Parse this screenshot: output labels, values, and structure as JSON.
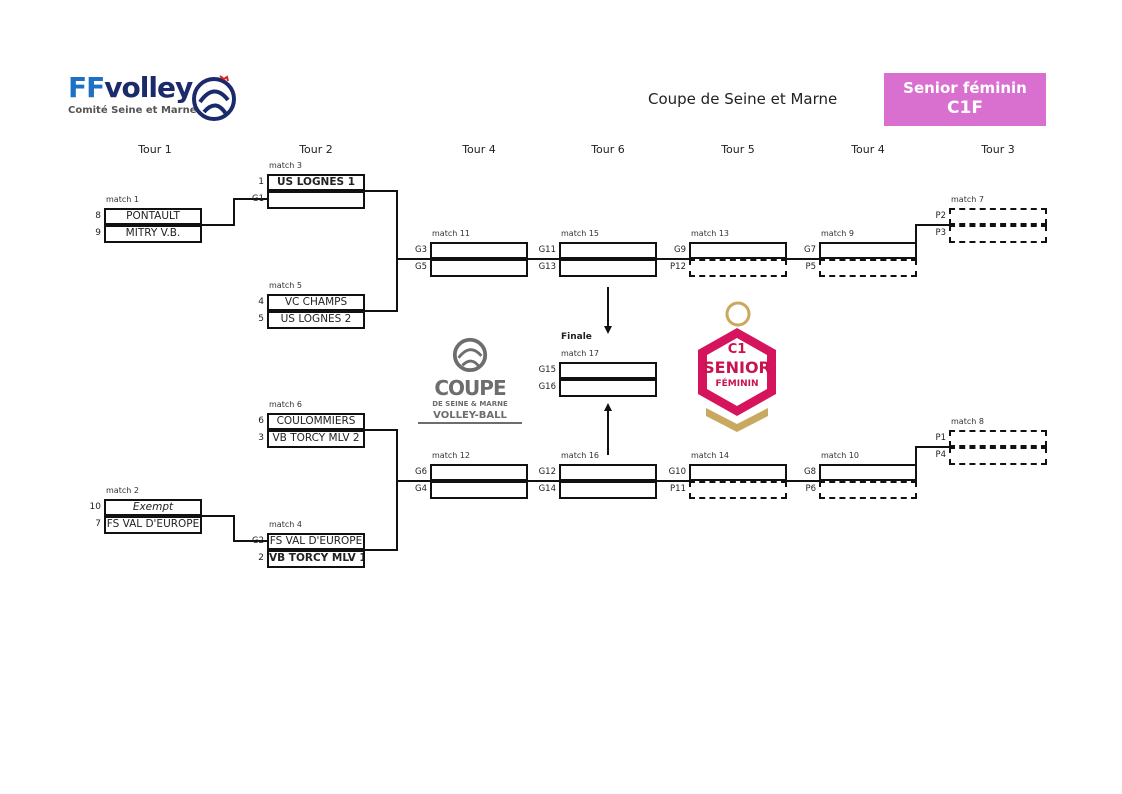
{
  "logo": {
    "brand": "FFvolley",
    "subtitle": "Comité Seine et Marne"
  },
  "header": {
    "title": "Coupe de Seine et Marne",
    "category": "Senior féminin",
    "code": "C1F",
    "accent": "#d96fcf"
  },
  "tours": [
    "Tour 1",
    "Tour 2",
    "Tour 4",
    "Tour 6",
    "Tour 5",
    "Tour 4",
    "Tour 3"
  ],
  "finale_label": "Finale",
  "coupe_logo": {
    "line1": "COUPE",
    "line2": "DE SEINE & MARNE",
    "line3": "VOLLEY-BALL"
  },
  "badge": {
    "line1": "C1",
    "line2": "SENIOR",
    "line3": "FÉMININ"
  },
  "matches": [
    {
      "id": "m1",
      "label": "match 1",
      "slots": [
        {
          "seed": "8",
          "team": "PONTAULT"
        },
        {
          "seed": "9",
          "team": "MITRY V.B."
        }
      ]
    },
    {
      "id": "m2",
      "label": "match 2",
      "slots": [
        {
          "seed": "10",
          "team": "Exempt",
          "italic": true
        },
        {
          "seed": "7",
          "team": "FS VAL D'EUROPE"
        }
      ]
    },
    {
      "id": "m3",
      "label": "match 3",
      "slots": [
        {
          "seed": "1",
          "team": "US LOGNES  1",
          "bold": true
        },
        {
          "seed": "G1",
          "team": ""
        }
      ]
    },
    {
      "id": "m5",
      "label": "match 5",
      "slots": [
        {
          "seed": "4",
          "team": "VC CHAMPS"
        },
        {
          "seed": "5",
          "team": "US LOGNES  2"
        }
      ]
    },
    {
      "id": "m6",
      "label": "match 6",
      "slots": [
        {
          "seed": "6",
          "team": "COULOMMIERS"
        },
        {
          "seed": "3",
          "team": "VB TORCY MLV 2"
        }
      ]
    },
    {
      "id": "m4",
      "label": "match 4",
      "slots": [
        {
          "seed": "G2",
          "team": "FS VAL D'EUROPE"
        },
        {
          "seed": "2",
          "team": "VB TORCY MLV 1",
          "bold": true
        }
      ]
    },
    {
      "id": "m11",
      "label": "match 11",
      "slots": [
        {
          "seed": "G3",
          "team": ""
        },
        {
          "seed": "G5",
          "team": ""
        }
      ]
    },
    {
      "id": "m12",
      "label": "match 12",
      "slots": [
        {
          "seed": "G6",
          "team": ""
        },
        {
          "seed": "G4",
          "team": ""
        }
      ]
    },
    {
      "id": "m15",
      "label": "match 15",
      "slots": [
        {
          "seed": "G11",
          "team": ""
        },
        {
          "seed": "G13",
          "team": ""
        }
      ]
    },
    {
      "id": "m16",
      "label": "match 16",
      "slots": [
        {
          "seed": "G12",
          "team": ""
        },
        {
          "seed": "G14",
          "team": ""
        }
      ]
    },
    {
      "id": "m17",
      "label": "match 17",
      "slots": [
        {
          "seed": "G15",
          "team": ""
        },
        {
          "seed": "G16",
          "team": ""
        }
      ]
    },
    {
      "id": "m13",
      "label": "match 13",
      "slots": [
        {
          "seed": "G9",
          "team": ""
        },
        {
          "seed": "P12",
          "team": "",
          "dashed": true
        }
      ]
    },
    {
      "id": "m14",
      "label": "match 14",
      "slots": [
        {
          "seed": "G10",
          "team": ""
        },
        {
          "seed": "P11",
          "team": "",
          "dashed": true
        }
      ]
    },
    {
      "id": "m9",
      "label": "match 9",
      "slots": [
        {
          "seed": "G7",
          "team": ""
        },
        {
          "seed": "P5",
          "team": "",
          "dashed": true
        }
      ]
    },
    {
      "id": "m10",
      "label": "match 10",
      "slots": [
        {
          "seed": "G8",
          "team": ""
        },
        {
          "seed": "P6",
          "team": "",
          "dashed": true
        }
      ]
    },
    {
      "id": "m7",
      "label": "match 7",
      "slots": [
        {
          "seed": "P2",
          "team": "",
          "dashed": true
        },
        {
          "seed": "P3",
          "team": "",
          "dashed": true
        }
      ]
    },
    {
      "id": "m8",
      "label": "match 8",
      "slots": [
        {
          "seed": "P1",
          "team": "",
          "dashed": true
        },
        {
          "seed": "P4",
          "team": "",
          "dashed": true
        }
      ]
    }
  ]
}
